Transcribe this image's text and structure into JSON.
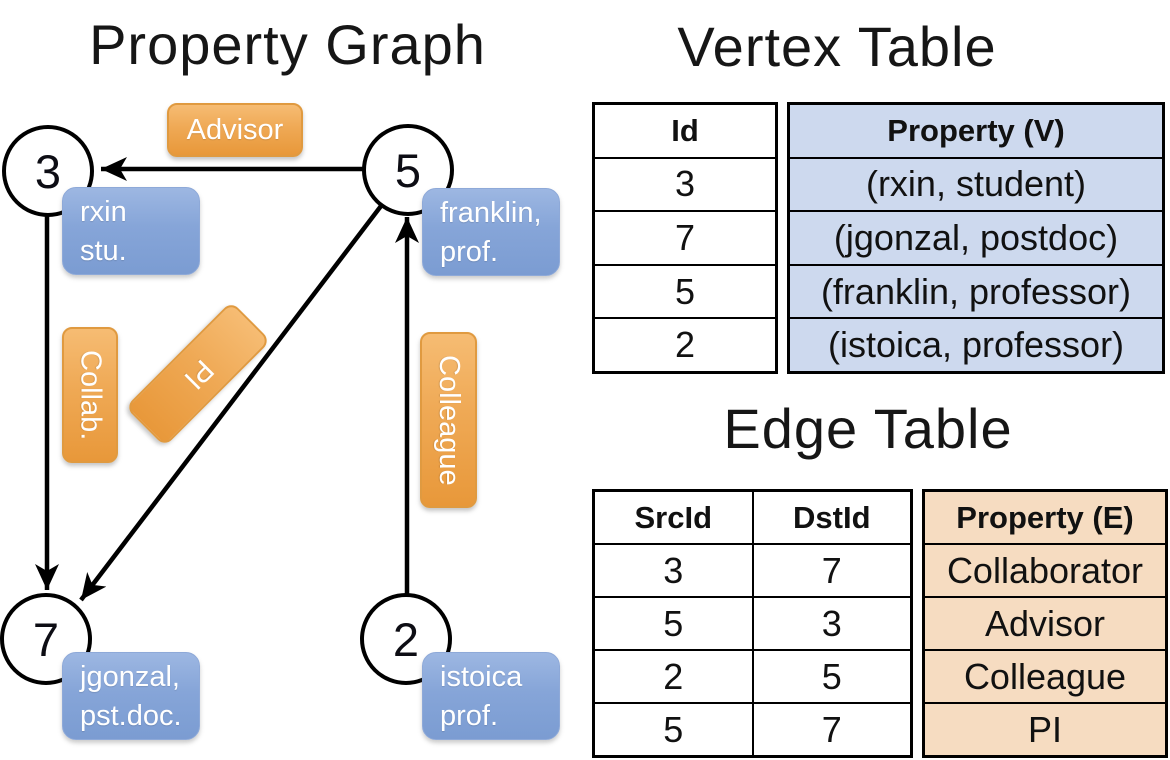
{
  "graph": {
    "title": "Property Graph",
    "vertices": [
      {
        "id": "3",
        "line1": "rxin",
        "line2": "stu."
      },
      {
        "id": "5",
        "line1": "franklin,",
        "line2": "prof."
      },
      {
        "id": "7",
        "line1": "jgonzal,",
        "line2": "pst.doc."
      },
      {
        "id": "2",
        "line1": "istoica",
        "line2": "prof."
      }
    ],
    "edge_labels": {
      "advisor": "Advisor",
      "collab": "Collab.",
      "pi": "PI",
      "colleague": "Colleague"
    },
    "edges": [
      {
        "src": "5",
        "dst": "3",
        "label": "Advisor"
      },
      {
        "src": "3",
        "dst": "7",
        "label": "Collab."
      },
      {
        "src": "5",
        "dst": "7",
        "label": "PI"
      },
      {
        "src": "2",
        "dst": "5",
        "label": "Colleague"
      }
    ]
  },
  "vertex_table": {
    "title": "Vertex Table",
    "headers": {
      "id": "Id",
      "property": "Property (V)"
    },
    "rows": [
      {
        "id": "3",
        "property": "(rxin, student)"
      },
      {
        "id": "7",
        "property": "(jgonzal, postdoc)"
      },
      {
        "id": "5",
        "property": "(franklin, professor)"
      },
      {
        "id": "2",
        "property": "(istoica, professor)"
      }
    ]
  },
  "edge_table": {
    "title": "Edge Table",
    "headers": {
      "src": "SrcId",
      "dst": "DstId",
      "property": "Property (E)"
    },
    "rows": [
      {
        "src": "3",
        "dst": "7",
        "property": "Collaborator"
      },
      {
        "src": "5",
        "dst": "3",
        "property": "Advisor"
      },
      {
        "src": "2",
        "dst": "5",
        "property": "Colleague"
      },
      {
        "src": "5",
        "dst": "7",
        "property": "PI"
      }
    ]
  },
  "colors": {
    "orange_box_top": "#f6bc73",
    "orange_box_bottom": "#e8983a",
    "blue_box_top": "#9db7e2",
    "blue_box_bottom": "#7b9cd2",
    "vertex_property_bg": "#cdd9ee",
    "edge_property_bg": "#f6dcc1",
    "line_color": "#000000"
  }
}
